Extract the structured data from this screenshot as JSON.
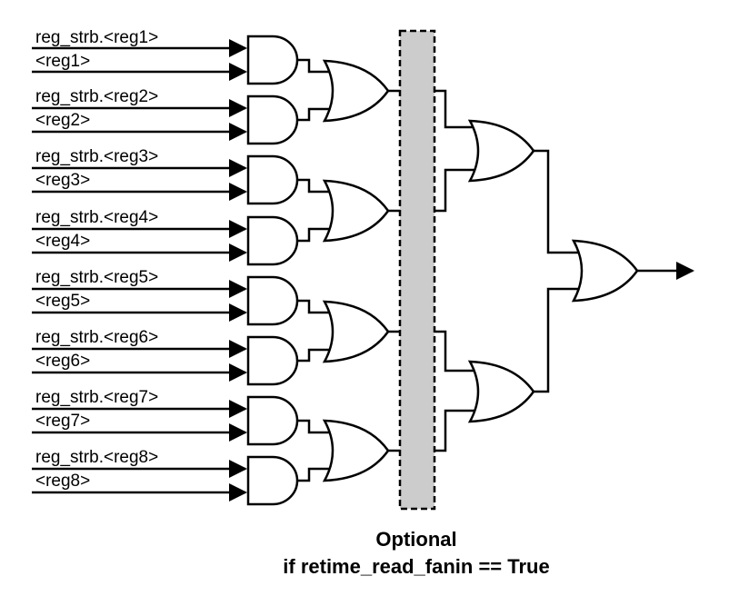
{
  "inputs": [
    {
      "strobe": "reg_strb.<reg1>",
      "data": "<reg1>"
    },
    {
      "strobe": "reg_strb.<reg2>",
      "data": "<reg2>"
    },
    {
      "strobe": "reg_strb.<reg3>",
      "data": "<reg3>"
    },
    {
      "strobe": "reg_strb.<reg4>",
      "data": "<reg4>"
    },
    {
      "strobe": "reg_strb.<reg5>",
      "data": "<reg5>"
    },
    {
      "strobe": "reg_strb.<reg6>",
      "data": "<reg6>"
    },
    {
      "strobe": "reg_strb.<reg7>",
      "data": "<reg7>"
    },
    {
      "strobe": "reg_strb.<reg8>",
      "data": "<reg8>"
    }
  ],
  "caption": {
    "line1": "Optional",
    "line2": "if retime_read_fanin == True"
  },
  "colors": {
    "wire": "#000000",
    "register_fill": "#cccccc"
  }
}
